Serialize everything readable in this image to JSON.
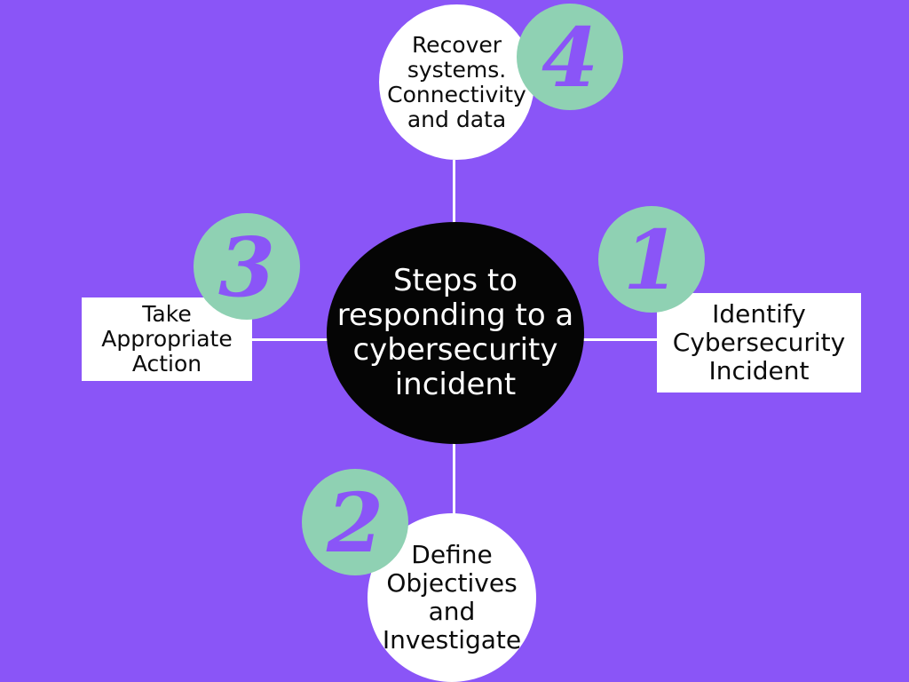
{
  "diagram": {
    "center": {
      "label": "Steps to responding to a cybersecurity incident"
    },
    "steps": [
      {
        "number": "1",
        "label": "Identify\nCybersecurity\nIncident"
      },
      {
        "number": "2",
        "label": "Define\nObjectives\nand\nInvestigate"
      },
      {
        "number": "3",
        "label": "Take\nAppropriate\nAction"
      },
      {
        "number": "4",
        "label": "Recover\nsystems.\nConnectivity\nand data"
      }
    ]
  },
  "colors": {
    "background": "#8a55f7",
    "center_fill": "#050505",
    "badge_fill": "#8fd1b3",
    "numeral": "#8a55f7",
    "box_fill": "#ffffff",
    "connector": "#ffffff",
    "text": "#0b0b0b"
  }
}
